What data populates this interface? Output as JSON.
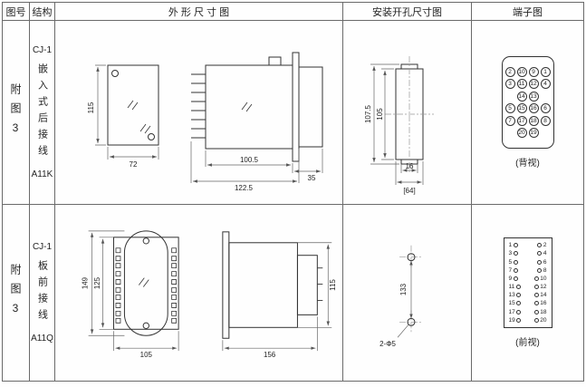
{
  "header": {
    "col_fig": "图号",
    "col_structure": "结构",
    "col_outline": "外 形 尺 寸 图",
    "col_mounting": "安装开孔尺寸图",
    "col_terminal": "端子图"
  },
  "rows": [
    {
      "fig": "附图3",
      "structure": {
        "top": "CJ-1",
        "vertical": "嵌入式后接线",
        "bottom": "A11K"
      },
      "outline": {
        "front_height": "115",
        "front_width": "72",
        "depth_body": "100.5",
        "depth_total": "122.5",
        "bezel": "35"
      },
      "mounting": {
        "height_outer": "107.5",
        "height_inner": "105",
        "notch": "16",
        "width": "[64]"
      },
      "terminal": {
        "label": "(背视)",
        "rows": [
          [
            2,
            10,
            9,
            1
          ],
          [
            3,
            11,
            12,
            4
          ],
          [
            14,
            13
          ],
          [
            5,
            15,
            16,
            6
          ],
          [
            7,
            17,
            18,
            8
          ],
          [
            20,
            19
          ]
        ]
      }
    },
    {
      "fig": "附图3",
      "structure": {
        "top": "CJ-1",
        "vertical": "板前接线",
        "bottom": "A11Q"
      },
      "outline": {
        "front_height_outer": "149",
        "front_height_inner": "125",
        "front_width": "105",
        "side_length": "156",
        "side_height": "115"
      },
      "mounting": {
        "spacing": "133",
        "holes": "2-Φ5"
      },
      "terminal": {
        "label": "(前视)",
        "pairs": [
          [
            1,
            2
          ],
          [
            3,
            4
          ],
          [
            5,
            6
          ],
          [
            7,
            8
          ],
          [
            9,
            10
          ],
          [
            11,
            12
          ],
          [
            13,
            14
          ],
          [
            15,
            16
          ],
          [
            17,
            18
          ],
          [
            19,
            20
          ]
        ]
      }
    }
  ]
}
